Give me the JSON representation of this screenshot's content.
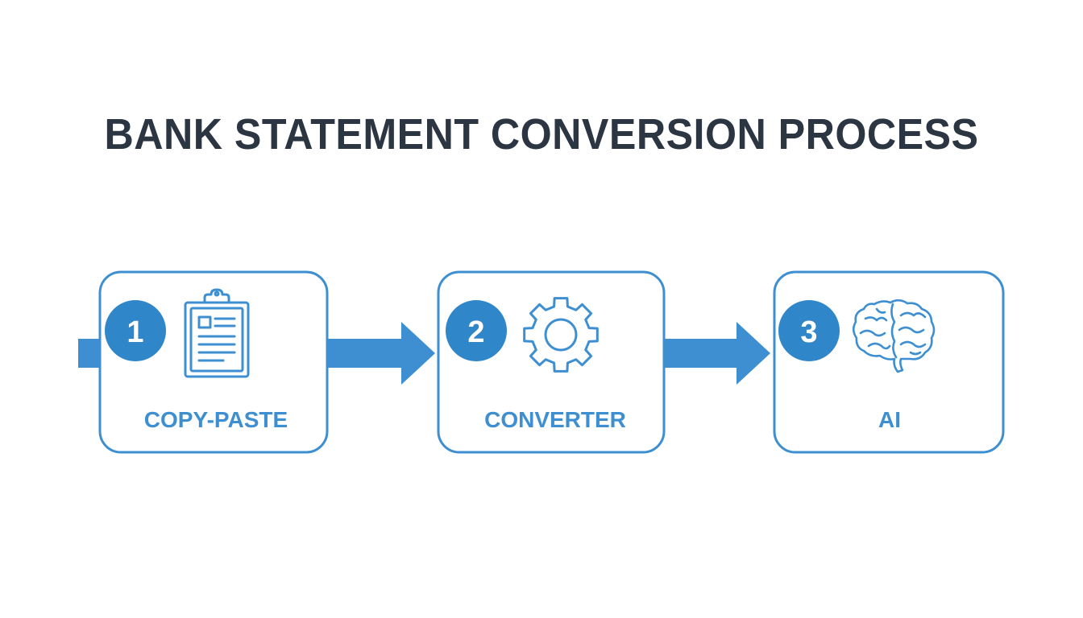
{
  "title": "BANK STATEMENT CONVERSION PROCESS",
  "colors": {
    "primary": "#3d8fd1",
    "badge": "#2f86c9",
    "title": "#2c3642",
    "background": "#ffffff"
  },
  "steps": [
    {
      "number": "1",
      "label": "COPY-PASTE",
      "icon": "clipboard-icon"
    },
    {
      "number": "2",
      "label": "CONVERTER",
      "icon": "gear-icon"
    },
    {
      "number": "3",
      "label": "AI",
      "icon": "brain-icon"
    }
  ]
}
